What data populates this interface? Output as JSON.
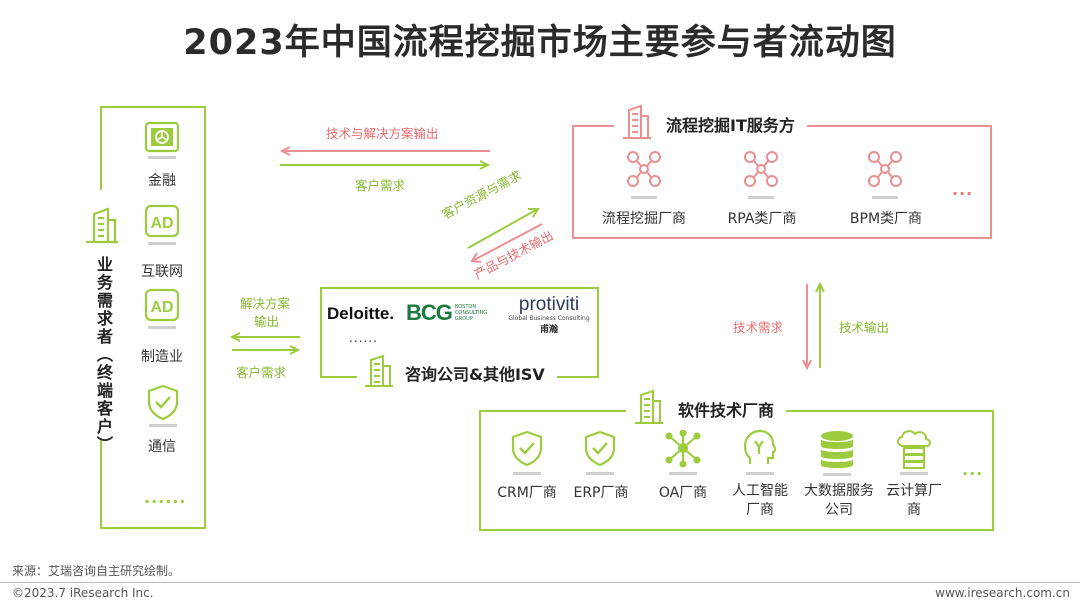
{
  "title": "2023年中国流程挖掘市场主要参与者流动图",
  "demand": {
    "label": "业务需求者（终端客户）",
    "items": [
      "金融",
      "互联网",
      "制造业",
      "通信"
    ],
    "more": "......"
  },
  "it_service": {
    "title": "流程挖掘IT服务方",
    "items": [
      "流程挖掘厂商",
      "RPA类厂商",
      "BPM类厂商"
    ],
    "more": "..."
  },
  "consulting": {
    "title": "咨询公司&其他ISV",
    "logos": {
      "deloitte": "Deloitte.",
      "bcg": "BCG",
      "bcg_sub": "BOSTON CONSULTING GROUP",
      "protiviti": "protiviti",
      "protiviti_tag": "Global Business Consulting",
      "protiviti_cn": "甫瀚"
    },
    "more": "......"
  },
  "software": {
    "title": "软件技术厂商",
    "items": [
      "CRM厂商",
      "ERP厂商",
      "OA厂商",
      "人工智能厂商",
      "大数据服务公司",
      "云计算厂商"
    ],
    "more": "..."
  },
  "arrows": {
    "tech_solution_output": "技术与解决方案输出",
    "customer_demand_top": "客户需求",
    "customer_resource_demand": "客户资源与需求",
    "product_tech_output": "产品与技术输出",
    "solution_output_l1": "解决方案",
    "solution_output_l2": "输出",
    "customer_demand_mid": "客户需求",
    "tech_demand": "技术需求",
    "tech_output": "技术输出"
  },
  "footer": {
    "source": "来源：艾瑞咨询自主研究绘制。",
    "copyright": "©2023.7 iResearch Inc.",
    "website": "www.iresearch.com.cn"
  },
  "colors": {
    "green": "#9ccc3d",
    "red": "#ec8f92",
    "text": "#333333"
  }
}
